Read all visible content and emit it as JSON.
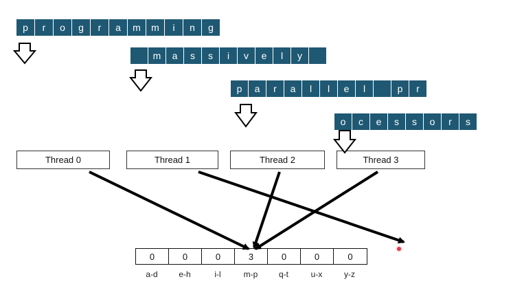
{
  "strips": [
    {
      "id": "strip-1",
      "chars": [
        "p",
        "r",
        "o",
        "g",
        "r",
        "a",
        "m",
        "m",
        "i",
        "n",
        "g"
      ]
    },
    {
      "id": "strip-2",
      "chars": [
        "",
        "m",
        "a",
        "s",
        "s",
        "i",
        "v",
        "e",
        "l",
        "y",
        ""
      ]
    },
    {
      "id": "strip-3",
      "chars": [
        "p",
        "a",
        "r",
        "a",
        "l",
        "l",
        "e",
        "l",
        "",
        "p",
        "r"
      ]
    },
    {
      "id": "strip-4",
      "chars": [
        "o",
        "c",
        "e",
        "s",
        "s",
        "o",
        "r",
        "s"
      ]
    }
  ],
  "threads": [
    {
      "label": "Thread 0"
    },
    {
      "label": "Thread 1"
    },
    {
      "label": "Thread 2"
    },
    {
      "label": "Thread 3"
    }
  ],
  "histogram": {
    "values": [
      "0",
      "0",
      "0",
      "3",
      "0",
      "0",
      "0"
    ],
    "labels": [
      "a-d",
      "e-h",
      "i-l",
      "m-p",
      "q-t",
      "u-x",
      "y-z"
    ]
  },
  "colors": {
    "strip_bg": "#1f5873",
    "strip_text": "#ffffff",
    "pointer_dot": "#e33b4b"
  }
}
